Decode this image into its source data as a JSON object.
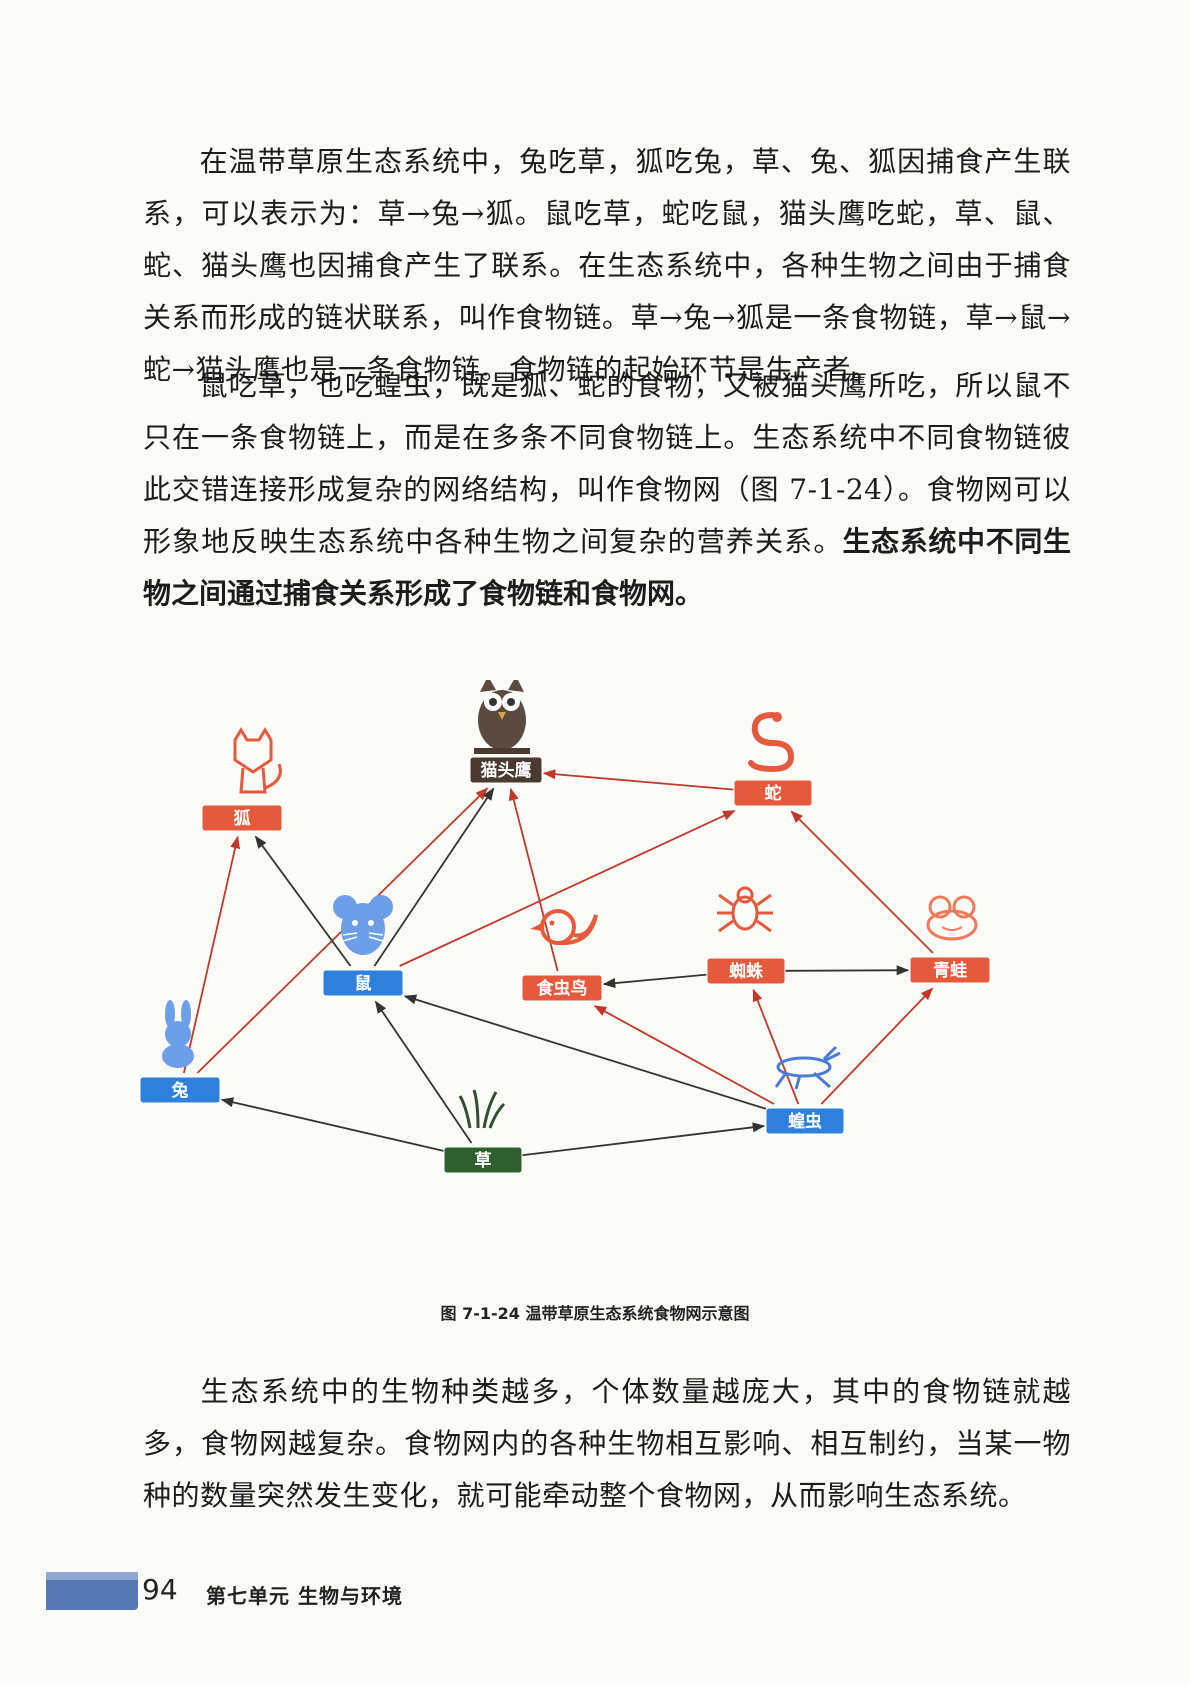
{
  "paragraphs": {
    "p1": "在温带草原生态系统中，兔吃草，狐吃兔，草、兔、狐因捕食产生联系，可以表示为：草→兔→狐。鼠吃草，蛇吃鼠，猫头鹰吃蛇，草、鼠、蛇、猫头鹰也因捕食产生了联系。在生态系统中，各种生物之间由于捕食关系而形成的链状联系，叫作食物链。草→兔→狐是一条食物链，草→鼠→蛇→猫头鹰也是一条食物链。食物链的起始环节是生产者。",
    "p2_normal": "鼠吃草，也吃蝗虫，既是狐、蛇的食物，又被猫头鹰所吃，所以鼠不只在一条食物链上，而是在多条不同食物链上。生态系统中不同食物链彼此交错连接形成复杂的网络结构，叫作食物网（图 7-1-24）。食物网可以形象地反映生态系统中各种生物之间复杂的营养关系。",
    "p2_bold": "生态系统中不同生物之间通过捕食关系形成了食物链和食物网。",
    "p3": "生态系统中的生物种类越多，个体数量越庞大，其中的食物链就越多，食物网越复杂。食物网内的各种生物相互影响、相互制约，当某一物种的数量突然发生变化，就可能牵动整个食物网，从而影响生态系统。"
  },
  "figure": {
    "caption": "图 7-1-24  温带草原生态系统食物网示意图",
    "nodes": [
      {
        "id": "owl",
        "label": "猫头鹰",
        "icon": "owl-icon",
        "color": "#4a3a30"
      },
      {
        "id": "fox",
        "label": "狐",
        "icon": "fox-icon",
        "color": "#e55a3c"
      },
      {
        "id": "snake",
        "label": "蛇",
        "icon": "snake-icon",
        "color": "#e55a3c"
      },
      {
        "id": "mouse",
        "label": "鼠",
        "icon": "mouse-icon",
        "color": "#2f7fdc"
      },
      {
        "id": "bird",
        "label": "食虫鸟",
        "icon": "bird-icon",
        "color": "#e55a3c"
      },
      {
        "id": "spider",
        "label": "蜘蛛",
        "icon": "spider-icon",
        "color": "#e55a3c"
      },
      {
        "id": "frog",
        "label": "青蛙",
        "icon": "frog-icon",
        "color": "#e55a3c"
      },
      {
        "id": "rabbit",
        "label": "兔",
        "icon": "rabbit-icon",
        "color": "#2f7fdc"
      },
      {
        "id": "locust",
        "label": "蝗虫",
        "icon": "grasshopper-icon",
        "color": "#2f7fdc"
      },
      {
        "id": "grass",
        "label": "草",
        "icon": "grass-icon",
        "color": "#2f5e2f"
      }
    ],
    "edges": [
      [
        "grass",
        "rabbit"
      ],
      [
        "grass",
        "mouse"
      ],
      [
        "grass",
        "locust"
      ],
      [
        "rabbit",
        "fox"
      ],
      [
        "rabbit",
        "owl"
      ],
      [
        "mouse",
        "fox"
      ],
      [
        "mouse",
        "owl"
      ],
      [
        "mouse",
        "snake"
      ],
      [
        "bird",
        "owl"
      ],
      [
        "snake",
        "owl"
      ],
      [
        "frog",
        "snake"
      ],
      [
        "spider",
        "bird"
      ],
      [
        "spider",
        "frog"
      ],
      [
        "locust",
        "mouse"
      ],
      [
        "locust",
        "bird"
      ],
      [
        "locust",
        "spider"
      ],
      [
        "locust",
        "frog"
      ]
    ]
  },
  "footer": {
    "page_number": "94",
    "unit_title": "第七单元  生物与环境"
  }
}
